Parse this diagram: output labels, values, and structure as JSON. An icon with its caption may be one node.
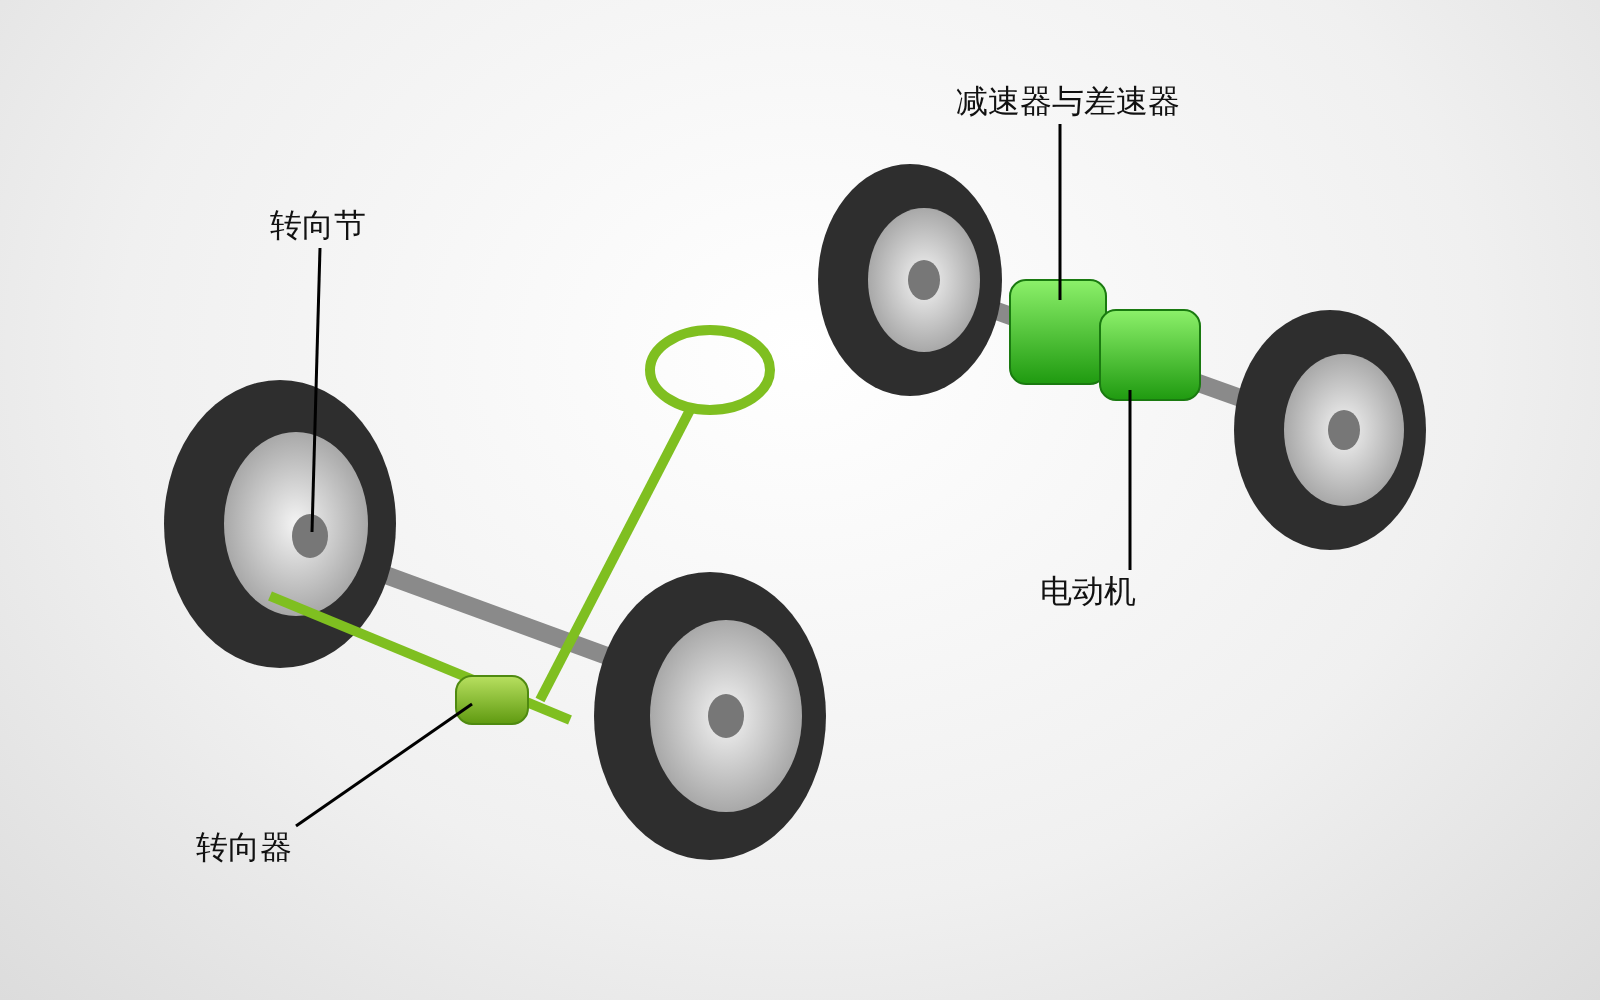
{
  "diagram": {
    "nodes": [
      {
        "text": [
          "减速器与差速器"
        ]
      },
      {
        "text": [
          "转向节"
        ]
      },
      {
        "text": [
          "电动机"
        ]
      },
      {
        "text": [
          "转向器"
        ]
      }
    ],
    "edges": [
      {
        "from": 0,
        "to": null,
        "arrow": "none"
      },
      {
        "from": 1,
        "to": null,
        "arrow": "none"
      },
      {
        "from": 2,
        "to": null,
        "arrow": "none"
      },
      {
        "from": 3,
        "to": null,
        "arrow": "none"
      }
    ]
  }
}
